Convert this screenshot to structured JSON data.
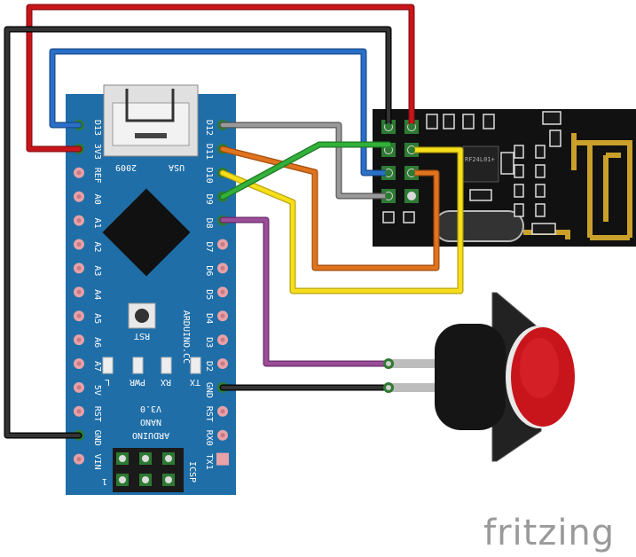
{
  "board": {
    "left_pins": [
      "D13",
      "3V3",
      "REF",
      "A0",
      "A1",
      "A2",
      "A3",
      "A4",
      "A5",
      "A6",
      "A7",
      "5V",
      "RST",
      "GND",
      "VIN"
    ],
    "right_pins": [
      "D12",
      "D11",
      "D10",
      "D9",
      "D8",
      "D7",
      "D6",
      "D5",
      "D4",
      "D3",
      "D2",
      "GND",
      "RST",
      "RX0",
      "TX1"
    ],
    "usb_left_label": "2009",
    "usb_right_label": "USA",
    "rst_label": "RST",
    "site_label": "ARDUINO.CC",
    "leds": [
      "L",
      "PWR",
      "RX",
      "TX"
    ],
    "version": "V3.0",
    "model": "NANO",
    "brand": "ARDUINO",
    "icsp_label": "ICSP",
    "icsp_pin1": "1"
  },
  "radio_module": {
    "chip_label": "RF24L01+"
  },
  "colors": {
    "board": "#1f6ea8",
    "pin_pink": "#e8a1a6",
    "wire_red": "#c8151b",
    "wire_black": "#222222",
    "wire_blue": "#2a6fc8",
    "wire_gray": "#8a8a8a",
    "wire_orange": "#e0731e",
    "wire_green": "#33b03a",
    "wire_yellow": "#f6df1a",
    "wire_purple": "#9a4d98",
    "button_red": "#d51f26",
    "pcb_black": "#111111",
    "antenna_gold": "#c8a02a"
  },
  "watermark": "fritzing"
}
